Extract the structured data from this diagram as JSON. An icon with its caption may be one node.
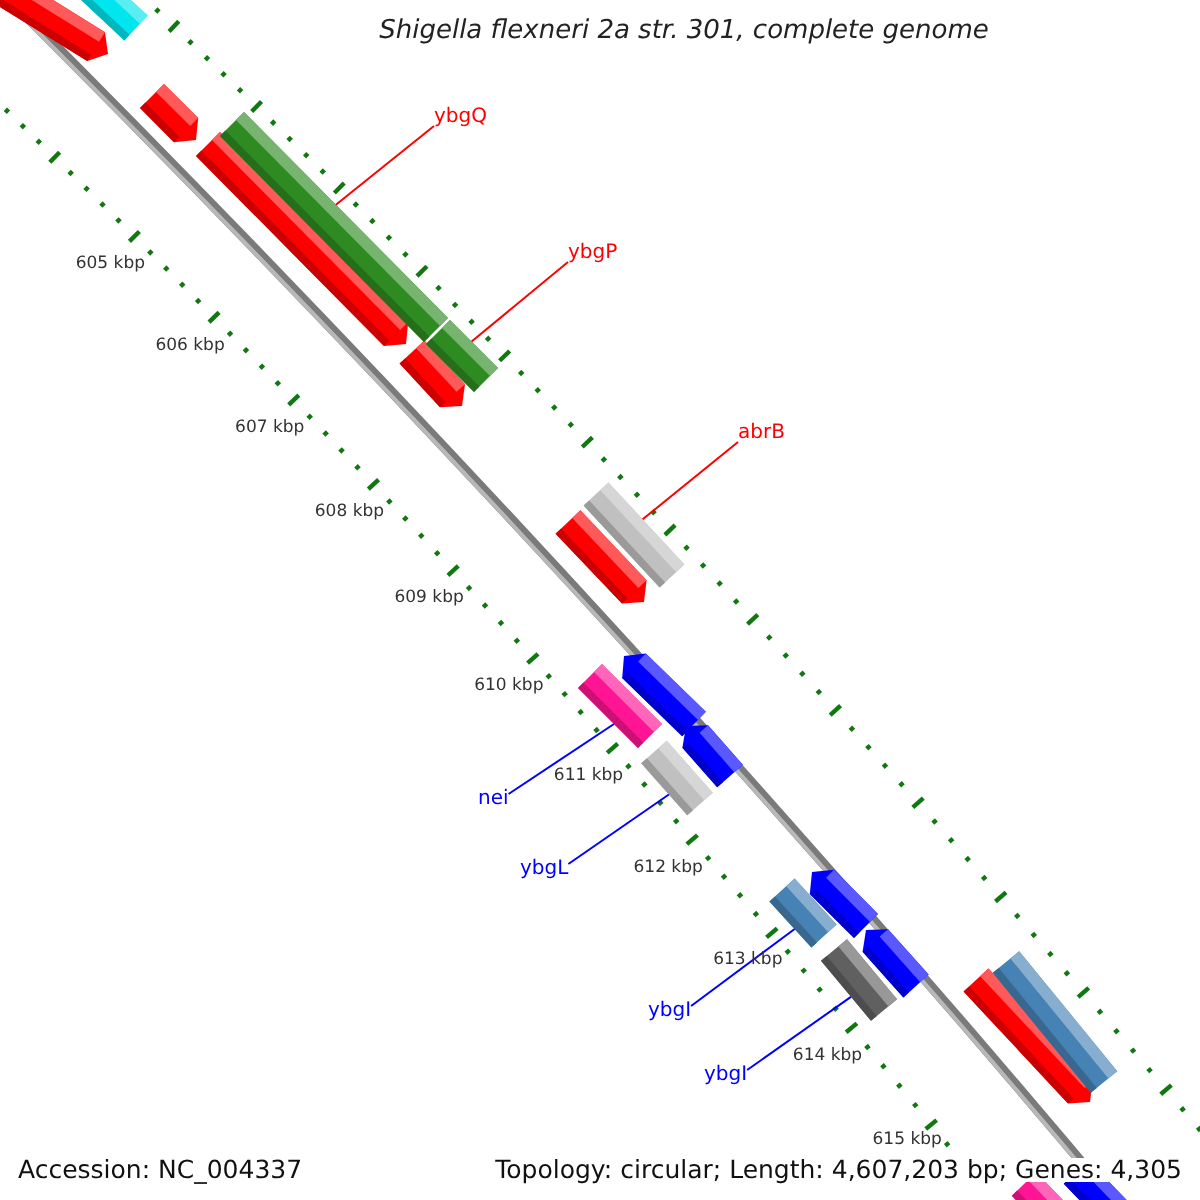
{
  "diagram": {
    "title": "Shigella flexneri 2a str. 301, complete genome",
    "nodes": [
      {
        "text": [
          "ybgQ"
        ]
      },
      {
        "text": [],
        "shape": "bar"
      },
      {
        "text": [
          "ybgP"
        ]
      },
      {
        "text": [],
        "shape": "bar"
      },
      {
        "text": [
          "abrB"
        ]
      },
      {
        "text": [],
        "shape": "bar"
      },
      {
        "text": [
          "nei"
        ]
      },
      {
        "text": [],
        "shape": "bar"
      },
      {
        "text": [
          "ybgL"
        ]
      },
      {
        "text": [],
        "shape": "bar"
      },
      {
        "text": [
          "ybgI"
        ]
      },
      {
        "text": [],
        "shape": "bar"
      },
      {
        "text": [
          "ybgI"
        ]
      },
      {
        "text": [],
        "shape": "bar"
      }
    ],
    "edges": [
      {
        "from": 0,
        "to": 1,
        "arrow": "none",
        "color": "#ff0000"
      },
      {
        "from": 2,
        "to": 3,
        "arrow": "none",
        "color": "#ff0000"
      },
      {
        "from": 4,
        "to": 5,
        "arrow": "none",
        "color": "#ff0000"
      },
      {
        "from": 6,
        "to": 7,
        "arrow": "none",
        "color": "#0000ff"
      },
      {
        "from": 8,
        "to": 9,
        "arrow": "none",
        "color": "#0000ff"
      },
      {
        "from": 10,
        "to": 11,
        "arrow": "none",
        "color": "#0000ff"
      },
      {
        "from": 12,
        "to": 13,
        "arrow": "none",
        "color": "#0000ff"
      }
    ],
    "labels": [
      "605 kbp",
      "606 kbp",
      "607 kbp",
      "608 kbp",
      "609 kbp",
      "610 kbp",
      "611 kbp",
      "612 kbp",
      "613 kbp",
      "614 kbp",
      "615 kbp",
      "Accession: NC_004337",
      "Topology: circular; Length: 4,607,203 bp; Genes: 4,305"
    ]
  }
}
